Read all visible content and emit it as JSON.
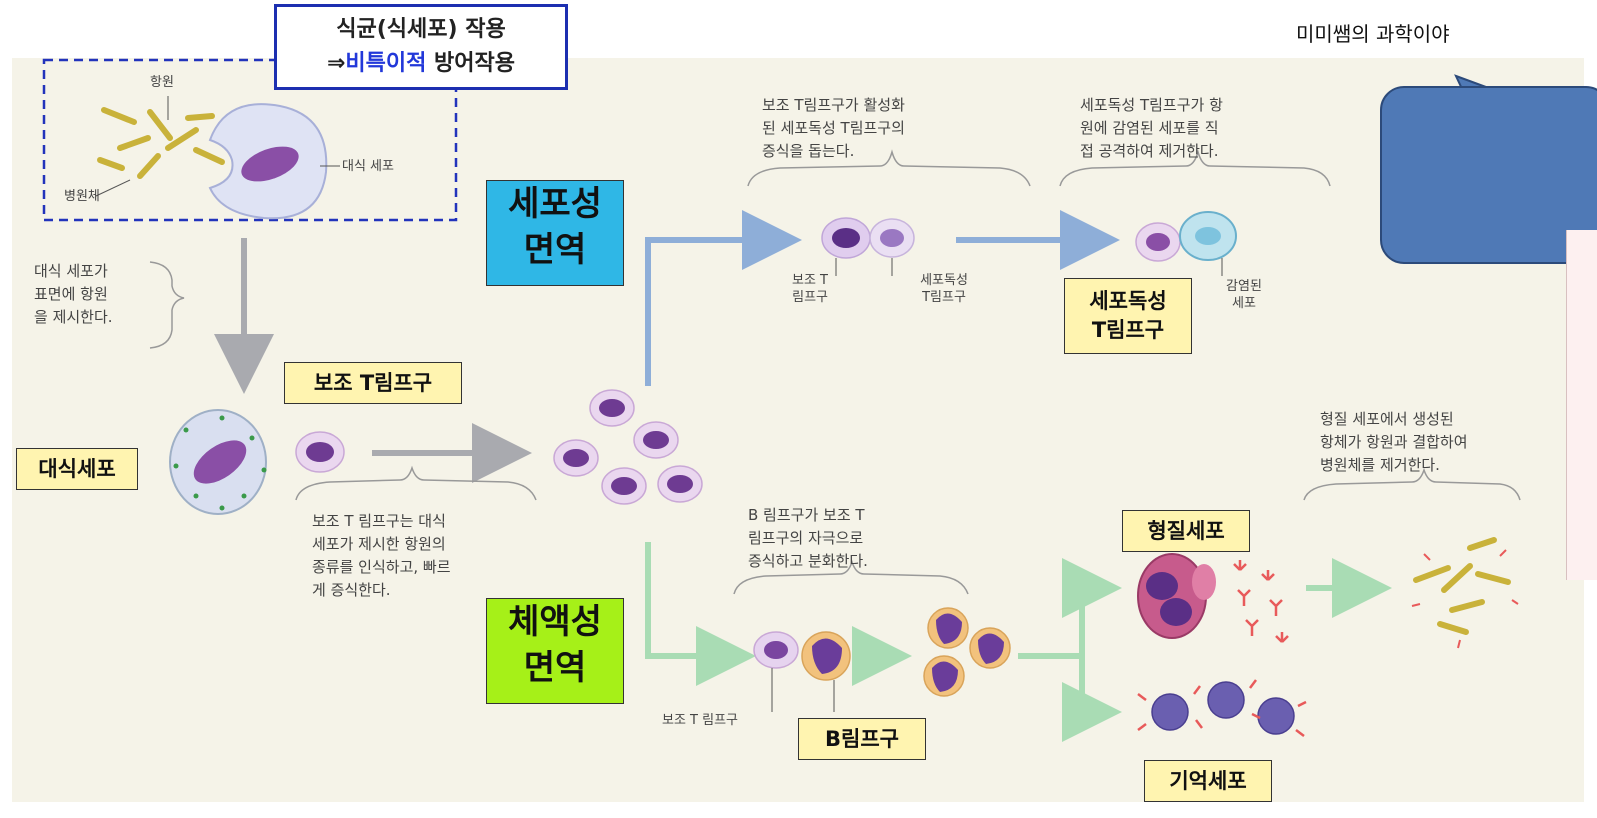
{
  "header": {
    "box_line1": "식균(식세포) 작용",
    "box_line2_arrow": "⇒",
    "box_line2_blue": "비특이적",
    "box_line2_rest": " 방어작용",
    "watermark": "미미쌤의 과학이야"
  },
  "nonspecific": {
    "antigen_label": "항원",
    "pathogen_label": "병원체",
    "macrophage_label": "대식 세포",
    "present_note": [
      "대식 세포가",
      "표면에 항원",
      "을 제시한다."
    ]
  },
  "middle": {
    "macrophage_box": "대식세포",
    "helper_box": "보조 T림프구",
    "helper_note": [
      "보조 T 림프구는 대식",
      "세포가 제시한 항원의",
      "종류를 인식하고, 빠르",
      "게 증식한다."
    ]
  },
  "cellular": {
    "title": [
      "세포성",
      "면역"
    ],
    "note_left": [
      "보조 T림프구가 활성화",
      "된 세포독성 T림프구의",
      "증식을 돕는다."
    ],
    "note_right": [
      "세포독성 T림프구가 항",
      "원에 감염된 세포를 직",
      "접 공격하여 제거한다."
    ],
    "helper_label": [
      "보조 T",
      "림프구"
    ],
    "cytotoxic_label": [
      "세포독성",
      "T림프구"
    ],
    "cytotoxic_box": [
      "세포독성",
      "T림프구"
    ],
    "infected_label": [
      "감염된",
      "세포"
    ]
  },
  "humoral": {
    "title": [
      "체액성",
      "면역"
    ],
    "b_note": [
      "B 림프구가 보조 T",
      "림프구의 자극으로",
      "증식하고 분화한다."
    ],
    "helper_label": "보조 T 림프구",
    "b_box": "B림프구",
    "plasma_box": "형질세포",
    "memory_box": "기억세포",
    "antibody_note": [
      "형질 세포에서 생성된",
      "항체가 항원과 결합하여",
      "병원체를 제거한다."
    ]
  },
  "colors": {
    "panel": "#f5f3e8",
    "cellular_title_bg": "#2fb7e6",
    "humoral_title_bg": "#a6f018",
    "label_bg": "#fff4b0",
    "arrow_gray": "#a9aaaf",
    "arrow_blue": "#8eaed8",
    "arrow_green": "#a9dcb4",
    "dashed_box": "#2233bb",
    "callout": "#4f79b6"
  }
}
